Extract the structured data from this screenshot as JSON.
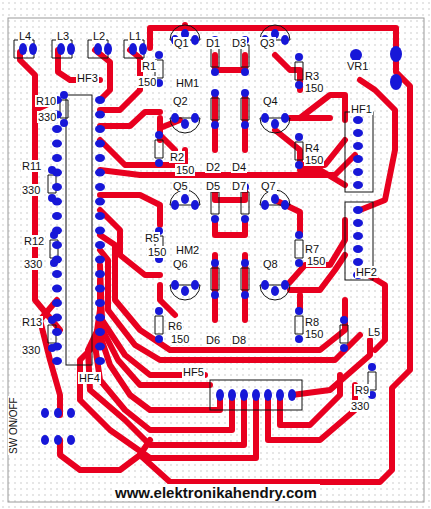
{
  "diagram": {
    "labels": [
      "L4",
      "L3",
      "L2",
      "L1",
      "Q1",
      "D1",
      "D3",
      "Q3",
      "VR1",
      "R1",
      "150",
      "HM1",
      "R3",
      "150",
      "HF3",
      "HF1",
      "R10",
      "330",
      "Q2",
      "Q4",
      "R2",
      "150",
      "R4",
      "150",
      "D2",
      "D4",
      "R11",
      "330",
      "Q5",
      "D5",
      "D7",
      "Q7",
      "R5",
      "150",
      "HM2",
      "R7",
      "150",
      "HF2",
      "R12",
      "330",
      "Q6",
      "Q8",
      "R6",
      "150",
      "R8",
      "150",
      "D6",
      "D8",
      "R13",
      "330",
      "HF4",
      "L5",
      "HF5",
      "R9",
      "330",
      "SW ON/OFF",
      "www.elektronikahendry.com"
    ]
  }
}
